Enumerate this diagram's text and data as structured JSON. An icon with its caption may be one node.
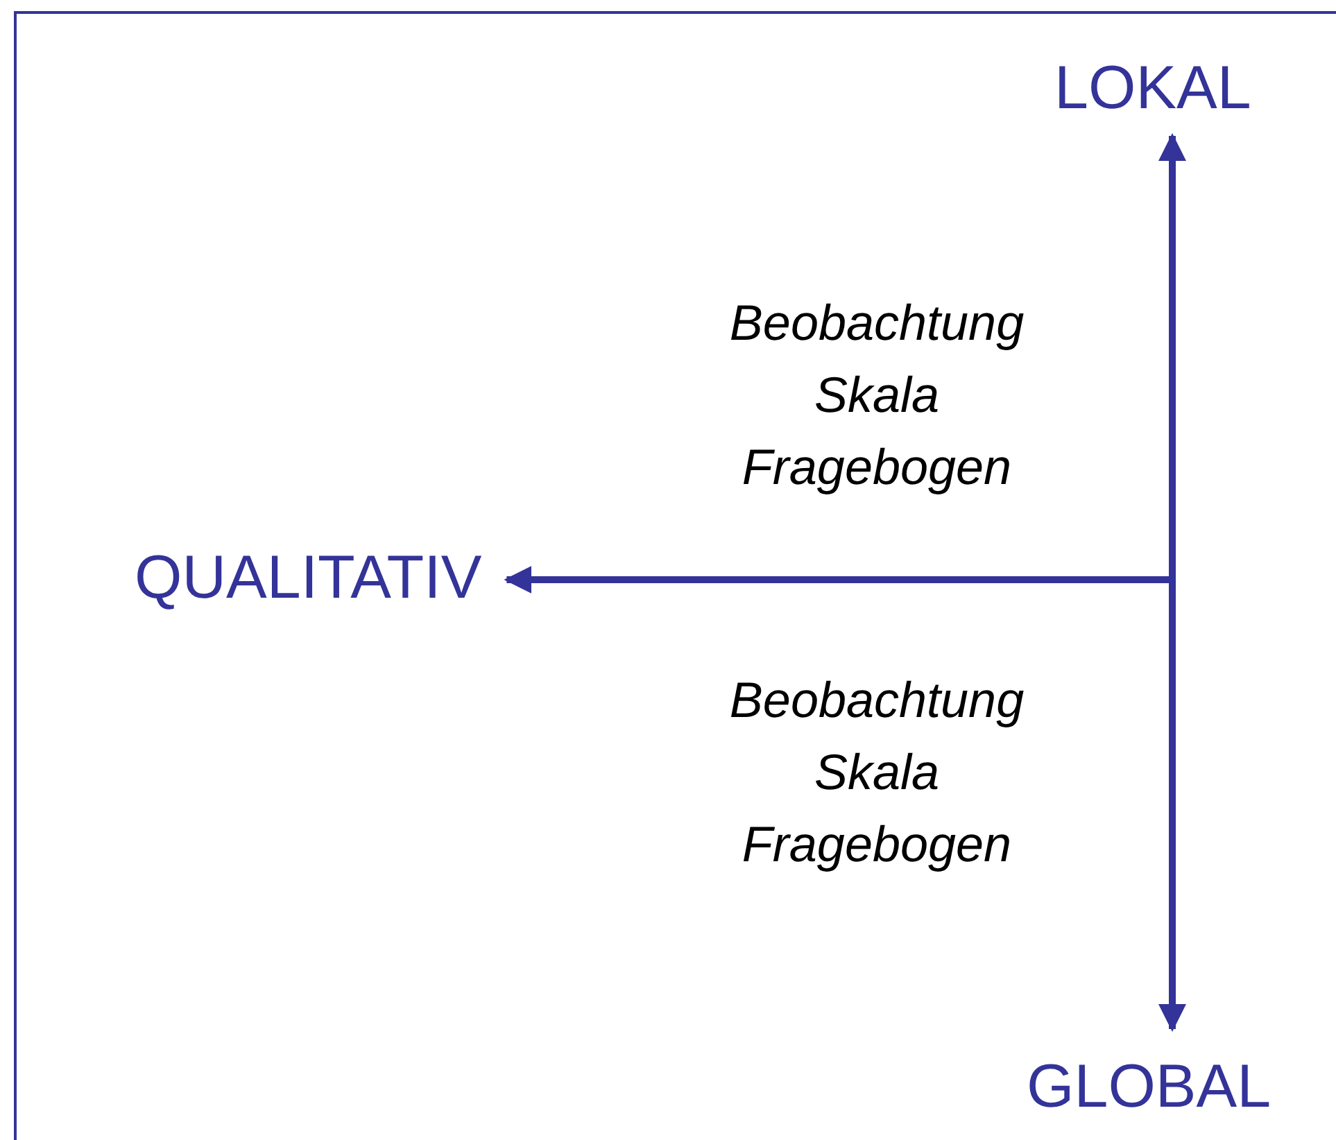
{
  "diagram": {
    "nodes": [
      {
        "text": [
          "LOKAL"
        ]
      },
      {
        "text": [
          "QUALITATIV"
        ]
      },
      {
        "text": [
          "GLOBAL"
        ]
      }
    ],
    "edges": [
      {
        "from": null,
        "to": 0,
        "arrow": "to"
      },
      {
        "from": null,
        "to": 1,
        "arrow": "to"
      },
      {
        "from": null,
        "to": 2,
        "arrow": "to"
      }
    ],
    "labels": [
      "Beobachtung",
      "Skala",
      "Fragebogen",
      "Beobachtung",
      "Skala",
      "Fragebogen"
    ]
  }
}
